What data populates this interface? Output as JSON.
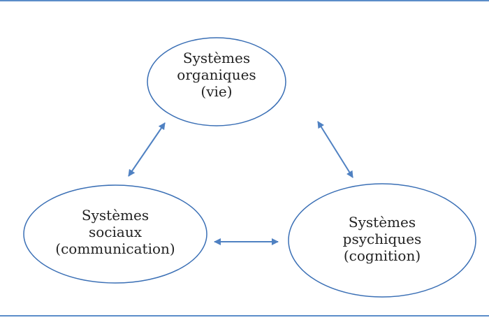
{
  "nodes": {
    "organic": {
      "lines": [
        "Systèmes",
        "organiques",
        "(vie)"
      ]
    },
    "social": {
      "lines": [
        "Systèmes",
        "sociaux",
        "(communication)"
      ]
    },
    "psych": {
      "lines": [
        "Systèmes",
        "psychiques",
        "(cognition)"
      ]
    }
  },
  "colors": {
    "outline": "#3a6fb5",
    "arrow": "#4f81c2",
    "rule": "#5b8dc9"
  }
}
